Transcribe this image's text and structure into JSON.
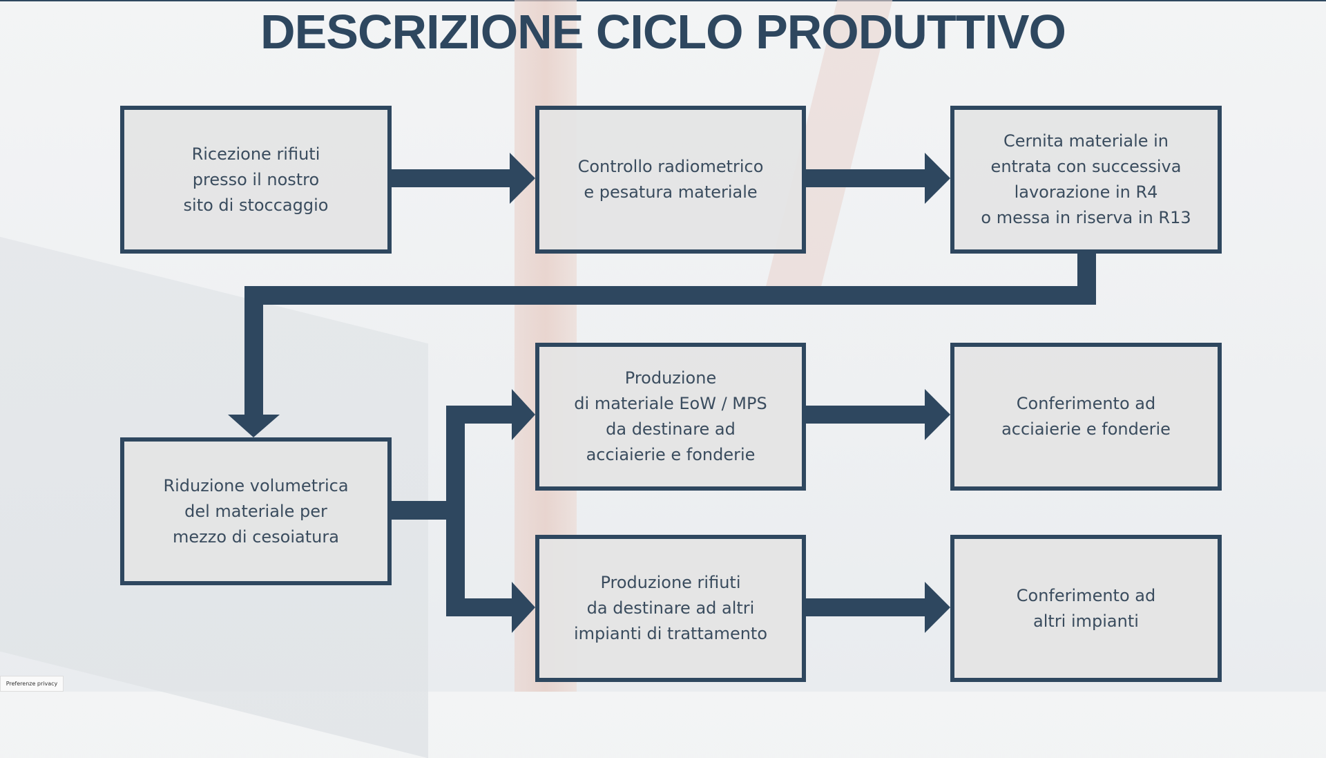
{
  "title": "DESCRIZIONE CICLO PRODUTTIVO",
  "steps": {
    "ricezione": "Ricezione rifiuti\npresso il nostro\nsito di stoccaggio",
    "controllo": "Controllo radiometrico\ne pesatura materiale",
    "cernita": "Cernita materiale in\nentrata con successiva\nlavorazione in R4\no messa in riserva in R13",
    "riduzione": "Riduzione volumetrica\ndel materiale per\nmezzo di cesoiatura",
    "produzione_eow": "Produzione\ndi materiale EoW / MPS\nda destinare ad\nacciaierie e fonderie",
    "conferimento_acciaierie": "Conferimento ad\nacciaierie e fonderie",
    "produzione_rifiuti": "Produzione rifiuti\nda destinare ad altri\nimpianti di trattamento",
    "conferimento_altri": "Conferimento ad\naltri impianti"
  },
  "privacy_button": "Preferenze privacy",
  "colors": {
    "accent": "#2e475f",
    "box_fill": "#e4e4e4",
    "text": "#3a4c5e"
  }
}
